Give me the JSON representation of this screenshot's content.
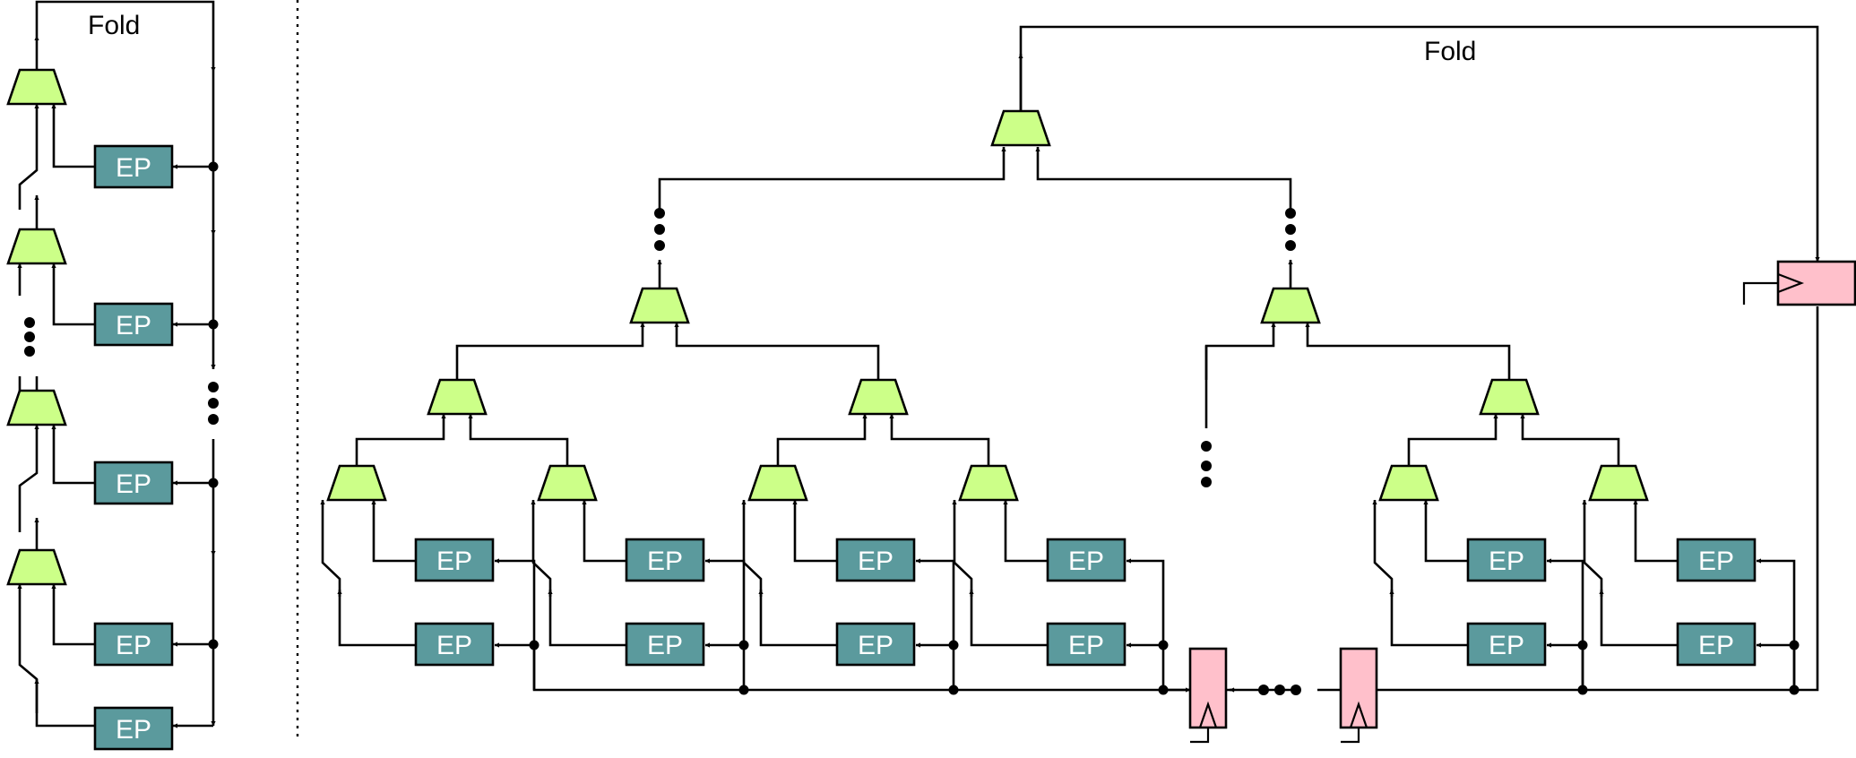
{
  "left": {
    "fold_label": "Fold",
    "ep_labels": [
      "EP",
      "EP",
      "EP",
      "EP",
      "EP"
    ]
  },
  "right": {
    "fold_label": "Fold",
    "ep_label": "EP"
  },
  "colors": {
    "adder_fill": "#ccff88",
    "ep_fill": "#5b9a9d",
    "register_fill": "#ffc0cb",
    "ep_text": "#ffffff"
  }
}
